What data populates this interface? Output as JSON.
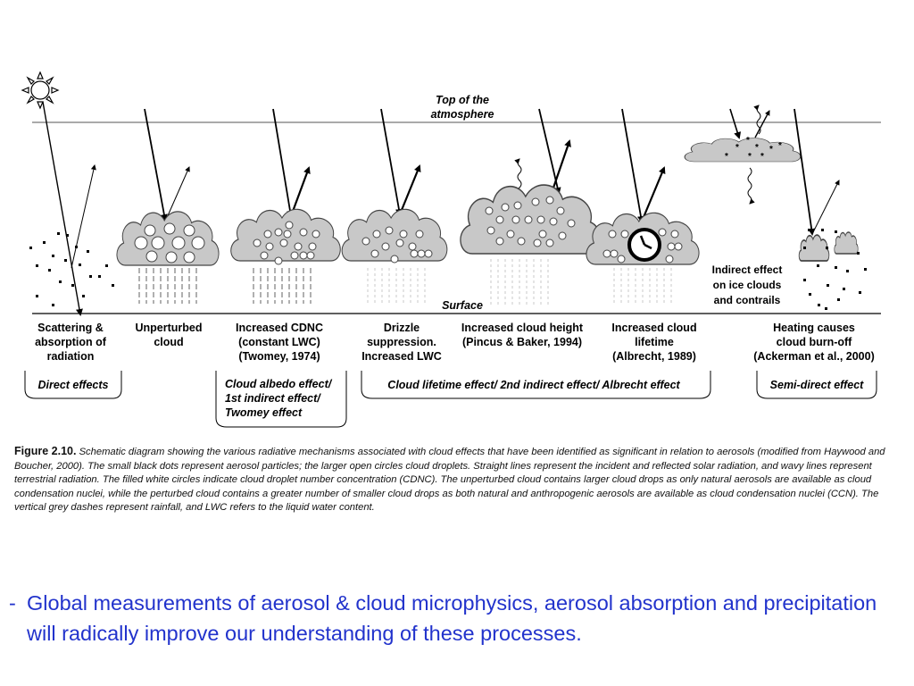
{
  "diagram": {
    "top_of_atmosphere": [
      "Top of the",
      "atmosphere"
    ],
    "surface": "Surface",
    "ice_note": [
      "Indirect effect",
      "on ice clouds",
      "and contrails"
    ],
    "columns": [
      {
        "lines": [
          "Scattering &",
          "absorption of",
          "radiation"
        ]
      },
      {
        "lines": [
          "Unperturbed",
          "cloud"
        ]
      },
      {
        "lines": [
          "Increased CDNC",
          "(constant LWC)",
          "(Twomey, 1974)"
        ]
      },
      {
        "lines": [
          "Drizzle",
          "suppression.",
          "Increased LWC"
        ]
      },
      {
        "lines": [
          "Increased cloud height",
          "(Pincus & Baker, 1994)"
        ]
      },
      {
        "lines": [
          "Increased cloud",
          "lifetime",
          "(Albrecht, 1989)"
        ]
      },
      {
        "lines": [
          "Heating causes",
          "cloud  burn-off",
          "(Ackerman et al., 2000)"
        ]
      }
    ],
    "groups": {
      "direct": "Direct effects",
      "albedo": [
        "Cloud albedo effect/",
        "1st indirect effect/",
        "Twomey effect"
      ],
      "lifetime": "Cloud lifetime effect/ 2nd indirect effect/ Albrecht effect",
      "semi": "Semi-direct effect"
    }
  },
  "caption": {
    "figure": "Figure 2.10.",
    "text": "Schematic diagram showing the various radiative mechanisms associated with cloud effects that have been identified as significant in relation to aerosols (modified from Haywood and Boucher, 2000). The small black dots represent aerosol particles; the larger open circles cloud droplets. Straight lines represent the incident and reflected solar radiation, and wavy lines represent terrestrial radiation. The filled white circles indicate cloud droplet number concentration (CDNC). The unperturbed cloud contains larger cloud drops as only natural aerosols are available as cloud condensation nuclei, while the perturbed cloud contains a greater number of smaller cloud drops as both natural and anthropogenic aerosols are available as cloud condensation nuclei (CCN). The vertical grey dashes represent rainfall, and LWC refers to the liquid water content."
  },
  "summary": {
    "dash": "-",
    "text": "Global measurements of aerosol & cloud microphysics, aerosol absorption and precipitation will radically improve our understanding of these processes."
  },
  "colors": {
    "summary_text": "#2233cc",
    "cloud_fill": "#c8c8c8",
    "rain": "#b0b0b0"
  }
}
